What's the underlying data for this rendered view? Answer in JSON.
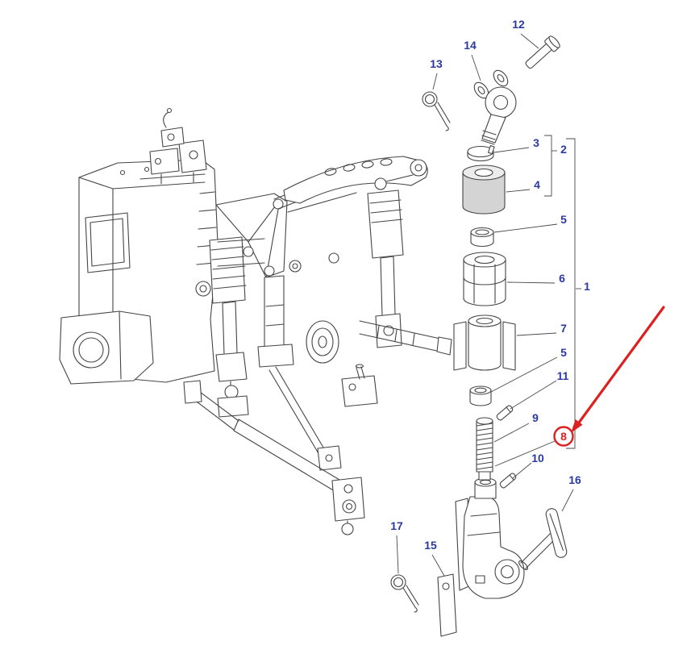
{
  "diagram": {
    "colors": {
      "background": "#ffffff",
      "callout_text": "#2b3a9e",
      "drawing_line": "#454545",
      "highlight": "#dd2020"
    },
    "callouts": {
      "c1": "1",
      "c2": "2",
      "c3": "3",
      "c4": "4",
      "c5a": "5",
      "c5b": "5",
      "c6": "6",
      "c7": "7",
      "c8": "8",
      "c9": "9",
      "c10": "10",
      "c11": "11",
      "c12": "12",
      "c13": "13",
      "c14": "14",
      "c15": "15",
      "c16": "16",
      "c17": "17"
    },
    "highlighted_callout": "8"
  }
}
